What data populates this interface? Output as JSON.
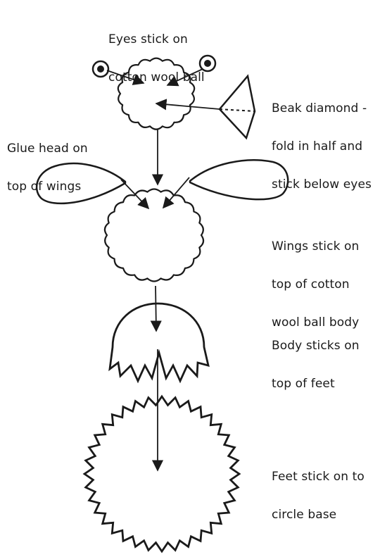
{
  "diagram": {
    "labels": {
      "eyes": [
        "Eyes stick on",
        "cotton wool ball"
      ],
      "beak": [
        "Beak diamond -",
        "fold in half and",
        "stick below eyes"
      ],
      "glue_head": [
        "Glue head on",
        "top of wings"
      ],
      "wings": [
        "Wings stick on",
        "top of cotton",
        "wool ball body"
      ],
      "body": [
        "Body sticks on",
        "top of feet"
      ],
      "feet": [
        "Feet stick on to",
        "circle base"
      ]
    },
    "colors": {
      "ink": "#1a1a1a",
      "background": "#ffffff"
    }
  }
}
